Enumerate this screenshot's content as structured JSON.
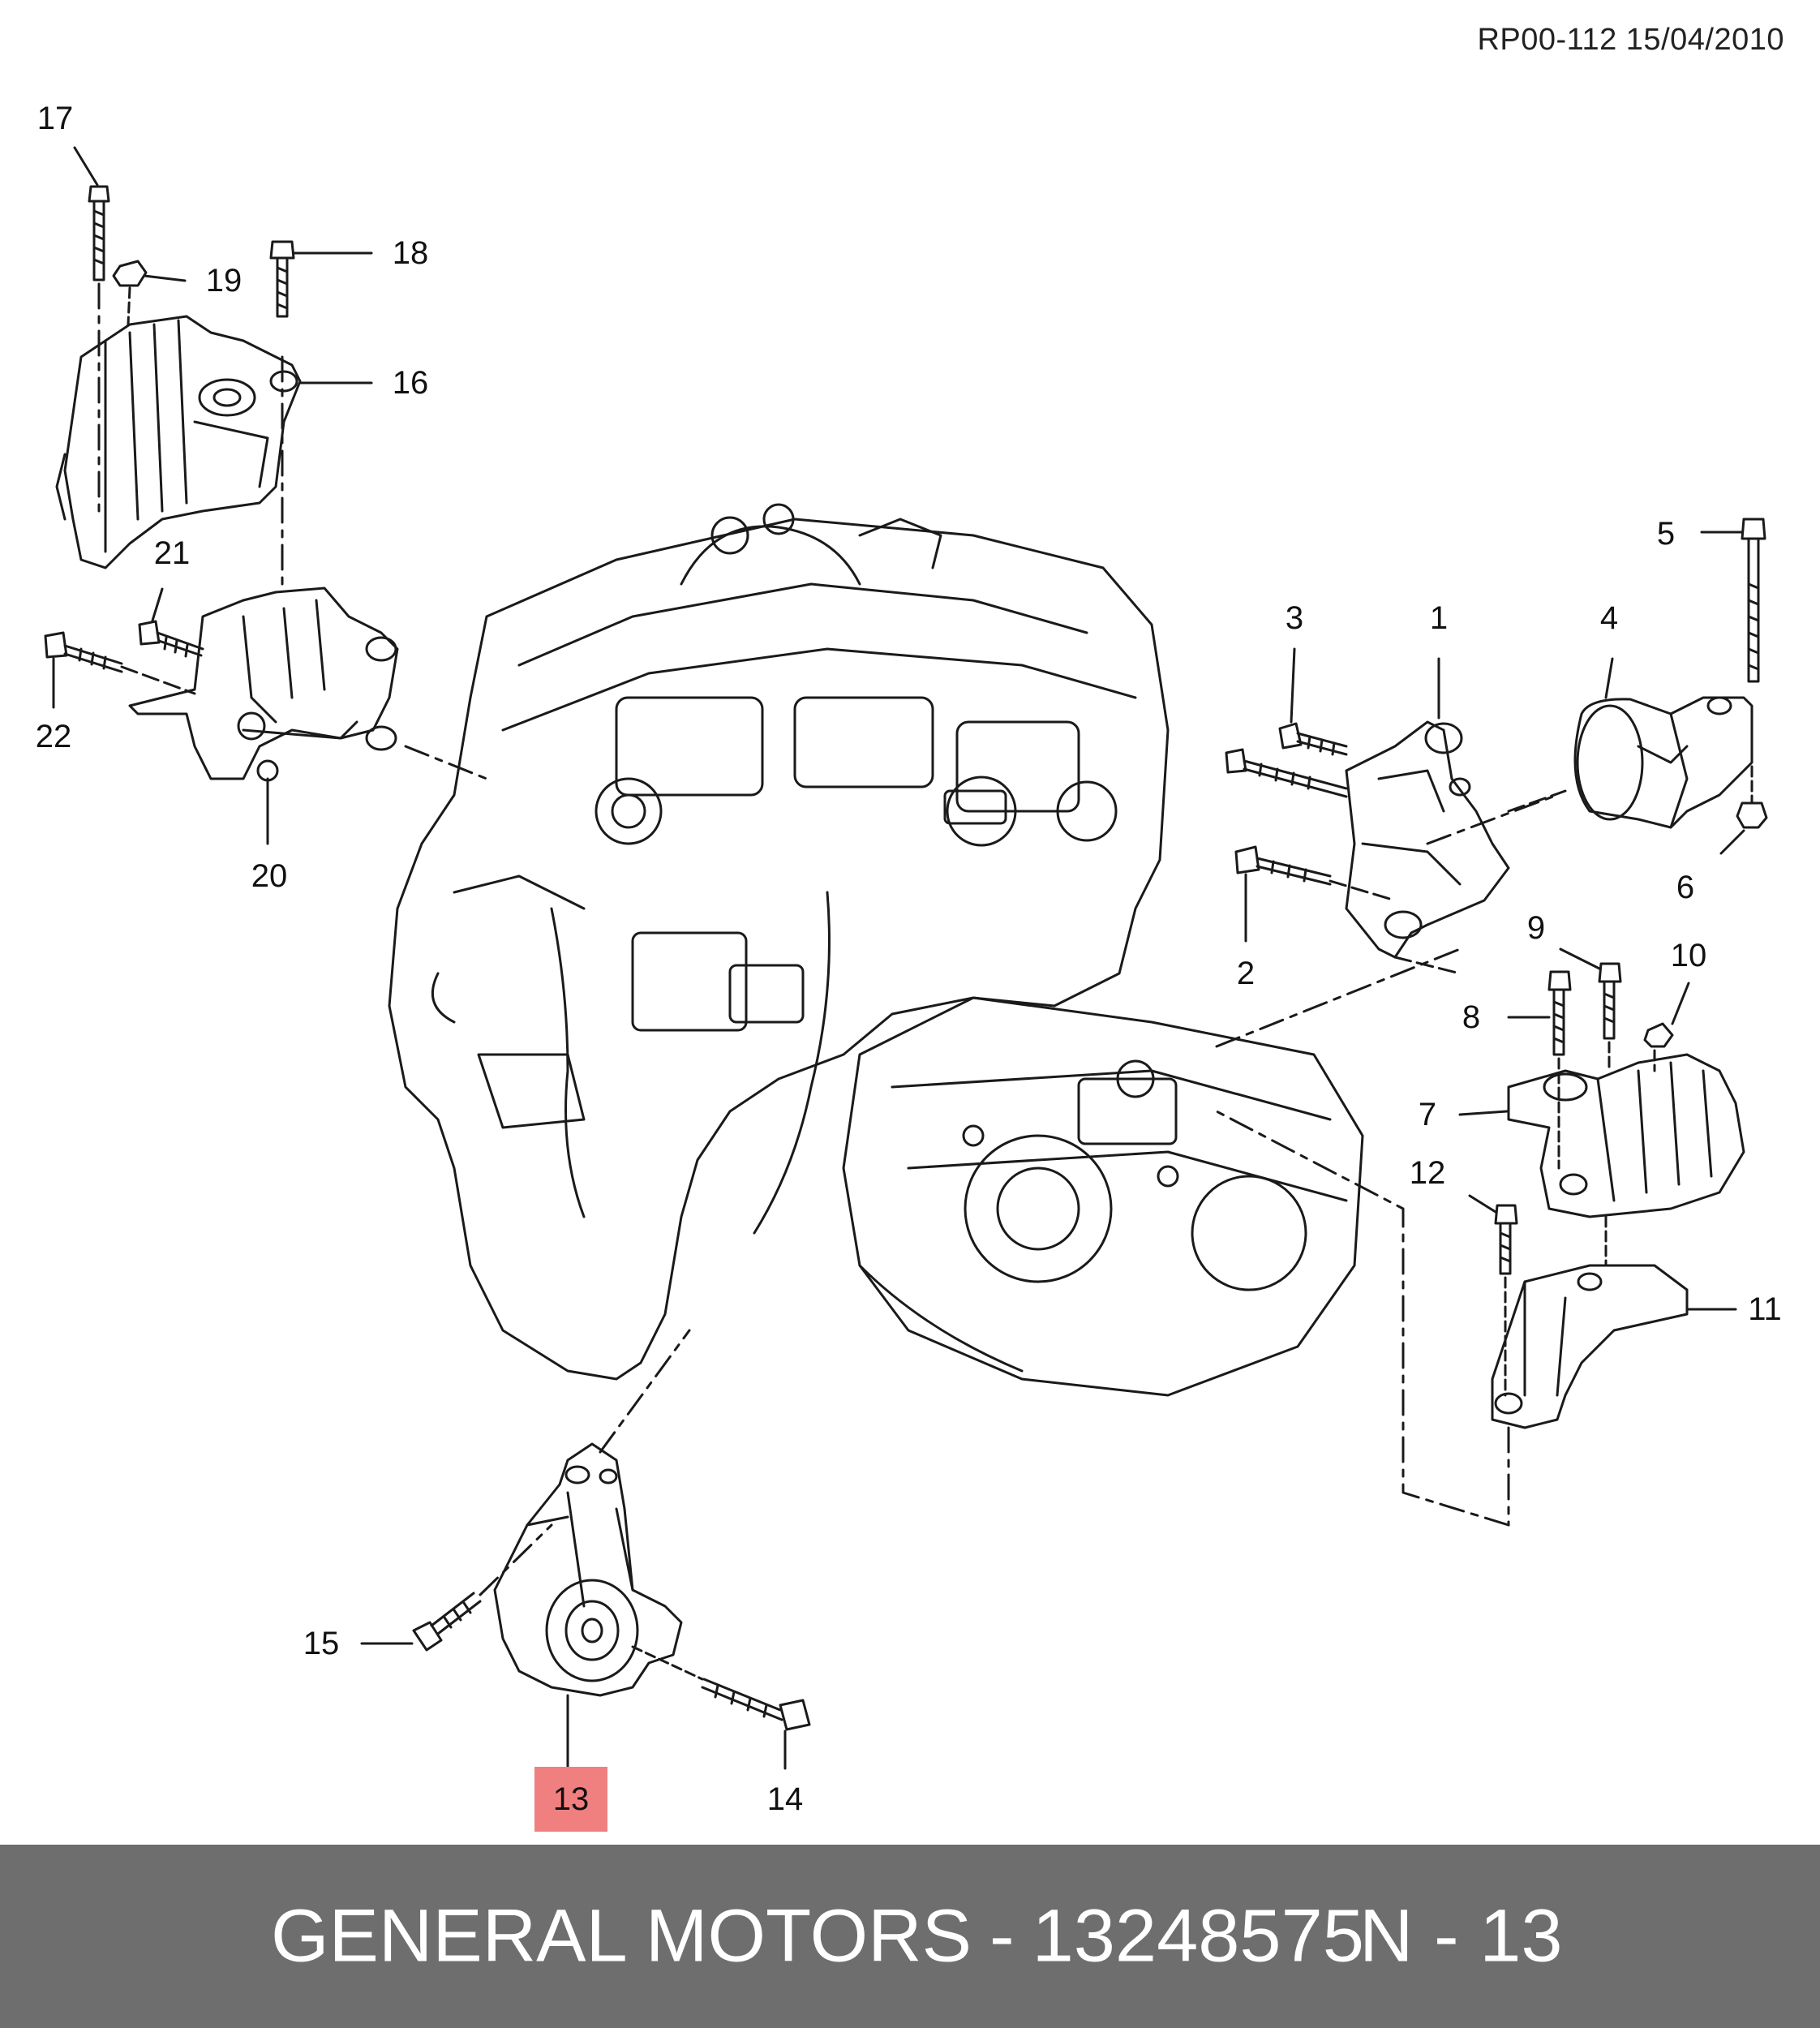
{
  "header": {
    "ref_code": "RP00-112 15/04/2010"
  },
  "callouts": [
    {
      "id": "1",
      "label": "1"
    },
    {
      "id": "2",
      "label": "2"
    },
    {
      "id": "3",
      "label": "3"
    },
    {
      "id": "4",
      "label": "4"
    },
    {
      "id": "5",
      "label": "5"
    },
    {
      "id": "6",
      "label": "6"
    },
    {
      "id": "7",
      "label": "7"
    },
    {
      "id": "8",
      "label": "8"
    },
    {
      "id": "9",
      "label": "9"
    },
    {
      "id": "10",
      "label": "10"
    },
    {
      "id": "11",
      "label": "11"
    },
    {
      "id": "12",
      "label": "12"
    },
    {
      "id": "13",
      "label": "13",
      "highlighted": true
    },
    {
      "id": "14",
      "label": "14"
    },
    {
      "id": "15",
      "label": "15"
    },
    {
      "id": "16",
      "label": "16"
    },
    {
      "id": "17",
      "label": "17"
    },
    {
      "id": "18",
      "label": "18"
    },
    {
      "id": "19",
      "label": "19"
    },
    {
      "id": "20",
      "label": "20"
    },
    {
      "id": "21",
      "label": "21"
    },
    {
      "id": "22",
      "label": "22"
    }
  ],
  "footer": {
    "brand": "GENERAL MOTORS",
    "separator": "-",
    "part_number": "13248575",
    "position": "N - 13"
  },
  "colors": {
    "highlight": "#f08080",
    "footer_bg": "#6e6e6e",
    "footer_text": "#ffffff",
    "line_art": "#1a1a1a"
  }
}
